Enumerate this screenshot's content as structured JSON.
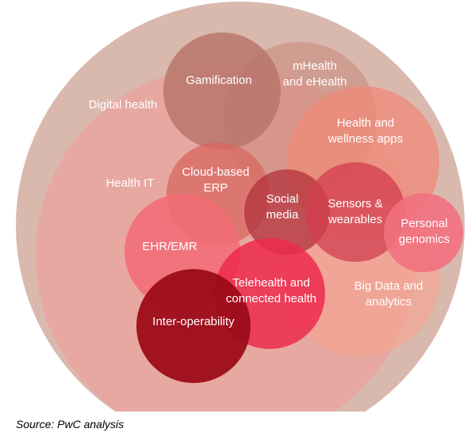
{
  "diagram": {
    "title": "",
    "label_color": "#ffffff",
    "circles": [
      {
        "id": "digital-health",
        "lines": [
          "Digital health"
        ],
        "color": "#d9b8ae"
      },
      {
        "id": "health-it",
        "lines": [
          "Health IT"
        ],
        "color": "#eda09a"
      },
      {
        "id": "mhealth-ehealth",
        "lines": [
          "mHealth",
          "and eHealth"
        ],
        "color": "#c8877a"
      },
      {
        "id": "gamification",
        "lines": [
          "Gamification"
        ],
        "color": "#b8766b"
      },
      {
        "id": "health-wellness-apps",
        "lines": [
          "Health and",
          "wellness apps"
        ],
        "color": "#ef8a78"
      },
      {
        "id": "big-data-analytics",
        "lines": [
          "Big Data and",
          "analytics"
        ],
        "color": "#f6a48f"
      },
      {
        "id": "cloud-erp",
        "lines": [
          "Cloud-based",
          "ERP"
        ],
        "color": "#d8675f"
      },
      {
        "id": "ehr-emr",
        "lines": [
          "EHR/EMR"
        ],
        "color": "#f26b76"
      },
      {
        "id": "social-media",
        "lines": [
          "Social",
          "media"
        ],
        "color": "#b2323b"
      },
      {
        "id": "sensors-wearables",
        "lines": [
          "Sensors &",
          "wearables"
        ],
        "color": "#d23e4e"
      },
      {
        "id": "personal-genomics",
        "lines": [
          "Personal",
          "genomics"
        ],
        "color": "#f2707f"
      },
      {
        "id": "telehealth",
        "lines": [
          "Telehealth and",
          "connected health"
        ],
        "color": "#ec2a4d"
      },
      {
        "id": "interoperability",
        "lines": [
          "Inter-operability"
        ],
        "color": "#9c0b18"
      }
    ]
  },
  "source": "Source: PwC analysis"
}
